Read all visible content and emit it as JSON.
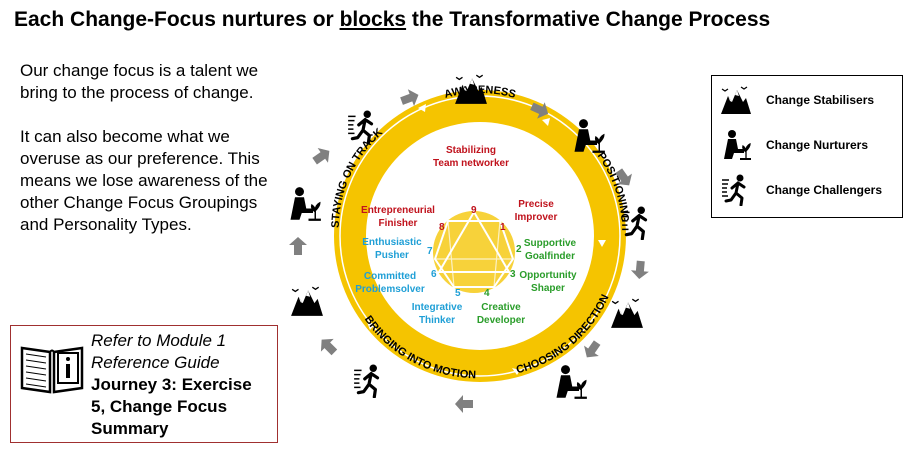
{
  "title": {
    "pre": "Each Change-Focus nurtures or ",
    "underlined": "blocks",
    "post": " the Transformative Change Process"
  },
  "intro": {
    "p1": "Our change focus is a talent we bring to the process of change.",
    "p2": "It can also become what we overuse as our preference. This means we lose awareness of the other Change Focus Groupings and Personality Types."
  },
  "reference": {
    "line1": "Refer to Module 1",
    "line2": "Reference Guide",
    "line3": "Journey 3: Exercise",
    "line4": "5, Change Focus",
    "line5": "Summary",
    "icon": "info-book-icon"
  },
  "legend": [
    {
      "label": "Change Stabilisers",
      "icon": "mountain-icon"
    },
    {
      "label": "Change Nurturers",
      "icon": "kneeling-planter-icon"
    },
    {
      "label": "Change Challengers",
      "icon": "running-figure-icon"
    }
  ],
  "ring_stages": {
    "awareness": "AWARENESS",
    "positioning": "POSITIONING",
    "choosing_direction": "CHOOSING DIRECTION",
    "bringing_into_motion": "BRINGING INTO MOTION",
    "staying_on_track": "STAYING ON TRACK"
  },
  "types": [
    {
      "num": "9",
      "line1": "Stabilizing",
      "line2": "Team networker",
      "color": "#c0121c"
    },
    {
      "num": "1",
      "line1": "Precise",
      "line2": "Improver",
      "color": "#c0121c"
    },
    {
      "num": "8",
      "line1": "Entrepreneurial",
      "line2": "Finisher",
      "color": "#c0121c"
    },
    {
      "num": "2",
      "line1": "Supportive",
      "line2": "Goalfinder",
      "color": "#2a9d2a"
    },
    {
      "num": "3",
      "line1": "Opportunity",
      "line2": "Shaper",
      "color": "#2a9d2a"
    },
    {
      "num": "4",
      "line1": "Creative",
      "line2": "Developer",
      "color": "#2a9d2a"
    },
    {
      "num": "7",
      "line1": "Enthusiastic",
      "line2": "Pusher",
      "color": "#1f9fd6"
    },
    {
      "num": "6",
      "line1": "Committed",
      "line2": "Problemsolver",
      "color": "#1f9fd6"
    },
    {
      "num": "5",
      "line1": "Integrative",
      "line2": "Thinker",
      "color": "#1f9fd6"
    }
  ],
  "colors": {
    "ring": "#f5c400",
    "enneagram": "#f7d23a",
    "arrow": "#808080"
  }
}
